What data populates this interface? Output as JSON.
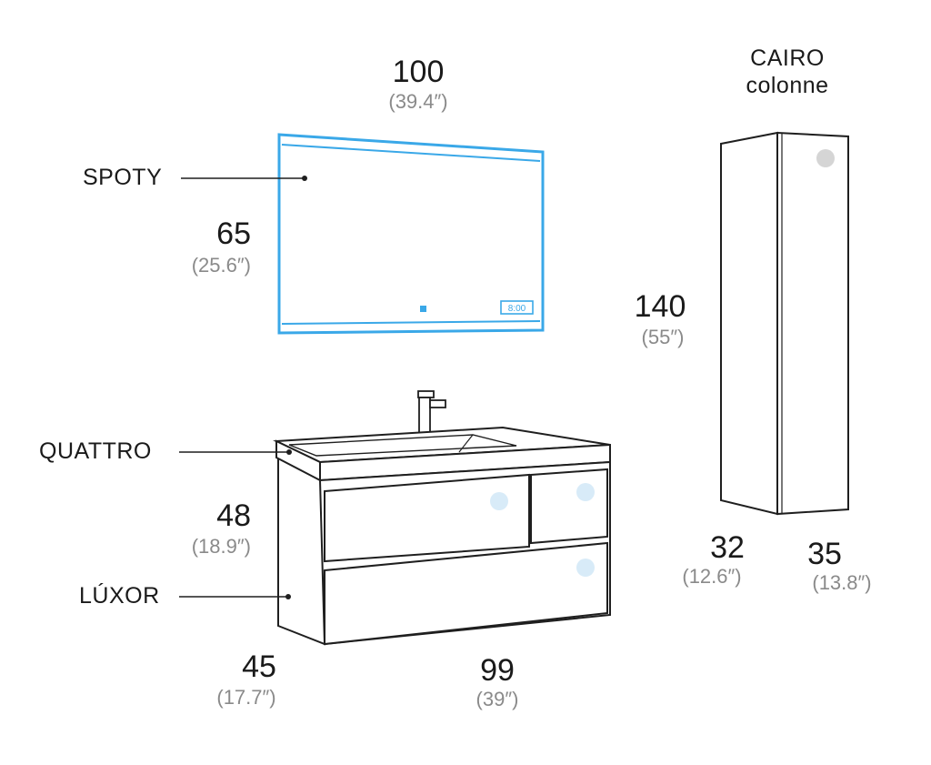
{
  "labels": {
    "spoty": "SPOTY",
    "quattro": "QUATTRO",
    "luxor": "LÚXOR",
    "cairo_line1": "CAIRO",
    "cairo_line2": "colonne"
  },
  "dimensions": {
    "mirror_width": {
      "cm": "100",
      "in": "(39.4″)"
    },
    "mirror_height": {
      "cm": "65",
      "in": "(25.6″)"
    },
    "column_height": {
      "cm": "140",
      "in": "(55″)"
    },
    "vanity_height": {
      "cm": "48",
      "in": "(18.9″)"
    },
    "vanity_depth": {
      "cm": "45",
      "in": "(17.7″)"
    },
    "vanity_width": {
      "cm": "99",
      "in": "(39″)"
    },
    "column_width": {
      "cm": "32",
      "in": "(12.6″)"
    },
    "column_depth": {
      "cm": "35",
      "in": "(13.8″)"
    }
  },
  "mirror": {
    "clock_text": "8:00"
  },
  "colors": {
    "led_blue": "#3aa8e8",
    "knob_blue": "#d8ebf8",
    "outline": "#1f1f1f",
    "inch_gray": "#8a8a8a",
    "sensor_gray": "#d5d5d5"
  }
}
